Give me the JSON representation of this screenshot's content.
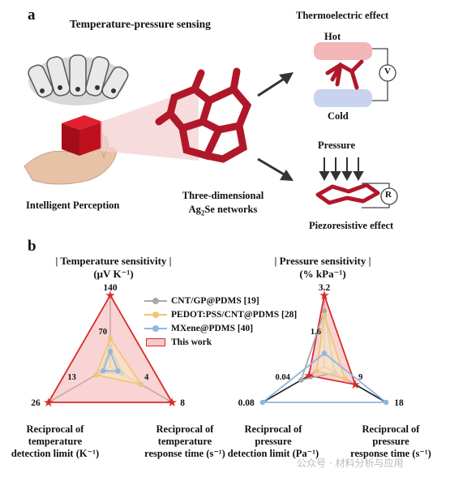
{
  "panel_a": {
    "letter": "a",
    "title": "Temperature-pressure sensing",
    "intelligent_perception": "Intelligent Perception",
    "network_line1": "Three-dimensional",
    "network_line2_pre": "Ag",
    "network_line2_sub": "2",
    "network_line2_post": "Se networks",
    "thermoelectric": "Thermoelectric effect",
    "hot": "Hot",
    "cold": "Cold",
    "voltmeter": "V",
    "pressure": "Pressure",
    "resistor": "R",
    "piezoresistive": "Piezoresistive effect",
    "colors": {
      "network": "#b0182a",
      "hot": "#f2b6b8",
      "cold": "#c9d2ef",
      "cube": "#c0101e"
    }
  },
  "panel_b": {
    "letter": "b",
    "legend": [
      {
        "label": "CNT/GP@PDMS [19]",
        "color": "#a9a9a9"
      },
      {
        "label": "PEDOT:PSS/CNT@PDMS [28]",
        "color": "#f0c57a"
      },
      {
        "label": "MXene@PDMS [40]",
        "color": "#8fb8db"
      },
      {
        "label": "This work",
        "color": "#d92b2b"
      }
    ]
  },
  "chart_data": [
    {
      "type": "radar",
      "title": "| Temperature sensitivity |",
      "unit_label": "(μV K⁻¹)",
      "axes": [
        {
          "label": "Temperature sensitivity",
          "max": 140,
          "ticks": [
            "140",
            "70"
          ]
        },
        {
          "label": "Reciprocal of temperature response time (s⁻¹)",
          "max": 8,
          "ticks": [
            "8",
            "4"
          ]
        },
        {
          "label": "Reciprocal of temperature detection limit (K⁻¹)",
          "max": 26,
          "ticks": [
            "26",
            "13"
          ]
        }
      ],
      "axis_labels_text": {
        "right": [
          "Reciprocal of",
          "temperature",
          "response time (s⁻¹)"
        ],
        "left": [
          "Reciprocal of",
          "temperature",
          "detection limit (K⁻¹)"
        ]
      },
      "series": [
        {
          "name": "CNT/GP@PDMS [19]",
          "values": [
            40,
            1.5,
            4
          ]
        },
        {
          "name": "PEDOT:PSS/CNT@PDMS [28]",
          "values": [
            55,
            4,
            6
          ]
        },
        {
          "name": "MXene@PDMS [40]",
          "values": [
            30,
            1,
            3
          ]
        },
        {
          "name": "This work",
          "values": [
            140,
            8,
            26
          ]
        }
      ]
    },
    {
      "type": "radar",
      "title": "| Pressure sensitivity |",
      "unit_label": "(% kPa⁻¹)",
      "axes": [
        {
          "label": "Pressure sensitivity",
          "max": 3.2,
          "ticks": [
            "3.2",
            "1.6"
          ]
        },
        {
          "label": "Reciprocal of pressure response time (s⁻¹)",
          "max": 18,
          "ticks": [
            "18",
            "9"
          ]
        },
        {
          "label": "Reciprocal of pressure detection limit (Pa⁻¹)",
          "max": 0.08,
          "ticks": [
            "0.08",
            "0.04"
          ]
        }
      ],
      "axis_labels_text": {
        "right": [
          "Reciprocal of",
          "pressure",
          "response time (s⁻¹)"
        ],
        "left": [
          "Reciprocal of",
          "pressure",
          "detection limit (Pa⁻¹)"
        ]
      },
      "series": [
        {
          "name": "CNT/GP@PDMS [19]",
          "values": [
            2.5,
            3,
            0.03
          ]
        },
        {
          "name": "PEDOT:PSS/CNT@PDMS [28]",
          "values": [
            2.3,
            6,
            0.01
          ]
        },
        {
          "name": "MXene@PDMS [40]",
          "values": [
            0.6,
            18,
            0.08
          ]
        },
        {
          "name": "This work",
          "values": [
            3.2,
            9,
            0.02
          ]
        }
      ]
    }
  ],
  "watermark": "公众号 · 材料分析与应用"
}
